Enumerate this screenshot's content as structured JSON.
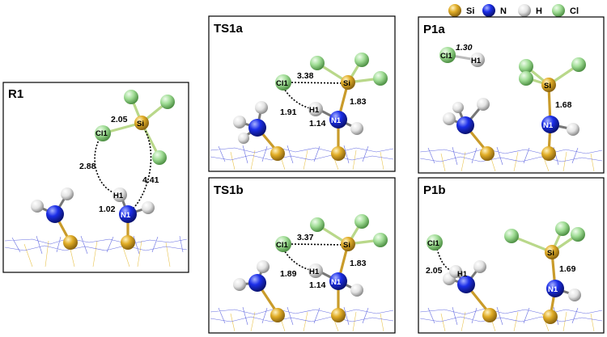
{
  "legend": [
    {
      "symbol": "Si",
      "color": "#e1ad27"
    },
    {
      "symbol": "N",
      "color": "#1b2ee8"
    },
    {
      "symbol": "H",
      "color": "#eeeeee"
    },
    {
      "symbol": "Cl",
      "color": "#9fdc94"
    }
  ],
  "element_colors": {
    "Si": "#e1ad27",
    "N": "#1b2ee8",
    "H": "#eeeeee",
    "Cl": "#9fdc94"
  },
  "panels": [
    {
      "id": "R1",
      "title": "R1",
      "atom_labels": {
        "cl": "Cl1",
        "si": "Si",
        "h1": "H1",
        "n1": "N1"
      },
      "distances": [
        {
          "key": "cl_si",
          "value": "2.05"
        },
        {
          "key": "cl_h1",
          "value": "2.88"
        },
        {
          "key": "si_n1",
          "value": "4.41"
        },
        {
          "key": "h1_n1",
          "value": "1.02"
        }
      ]
    },
    {
      "id": "TS1a",
      "title": "TS1a",
      "atom_labels": {
        "cl": "Cl1",
        "si": "Si",
        "h1": "H1",
        "n1": "N1"
      },
      "distances": [
        {
          "key": "cl_si",
          "value": "3.38"
        },
        {
          "key": "cl_h1",
          "value": "1.91"
        },
        {
          "key": "si_n1",
          "value": "1.83"
        },
        {
          "key": "h1_n1",
          "value": "1.14"
        }
      ]
    },
    {
      "id": "TS1b",
      "title": "TS1b",
      "atom_labels": {
        "cl": "Cl1",
        "si": "Si",
        "h1": "H1",
        "n1": "N1"
      },
      "distances": [
        {
          "key": "cl_si",
          "value": "3.37"
        },
        {
          "key": "cl_h1",
          "value": "1.89"
        },
        {
          "key": "si_n1",
          "value": "1.83"
        },
        {
          "key": "h1_n1",
          "value": "1.14"
        }
      ]
    },
    {
      "id": "P1a",
      "title": "P1a",
      "atom_labels": {
        "cl": "Cl1",
        "si": "Si",
        "h1": "H1",
        "n1": "N1"
      },
      "distances": [
        {
          "key": "cl_h1",
          "value": "1.30"
        },
        {
          "key": "si_n1",
          "value": "1.68"
        }
      ]
    },
    {
      "id": "P1b",
      "title": "P1b",
      "atom_labels": {
        "cl": "Cl1",
        "si": "Si",
        "h1": "H1",
        "n1": "N1"
      },
      "distances": [
        {
          "key": "cl_h1",
          "value": "2.05"
        },
        {
          "key": "si_n1",
          "value": "1.69"
        }
      ]
    }
  ]
}
